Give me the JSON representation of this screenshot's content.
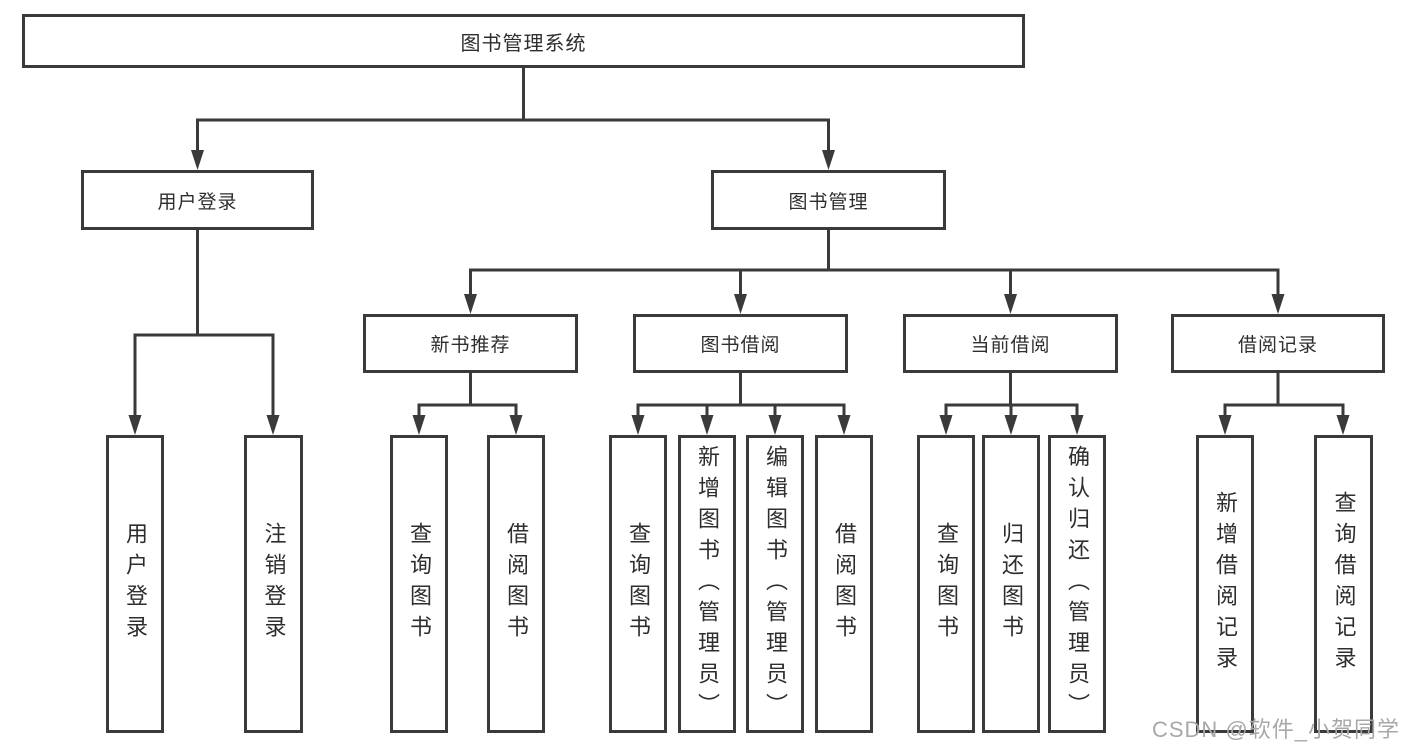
{
  "diagram": {
    "root": "图书管理系统",
    "level2": {
      "user_login": "用户登录",
      "book_mgmt": "图书管理"
    },
    "level3": [
      "新书推荐",
      "图书借阅",
      "当前借阅",
      "借阅记录"
    ],
    "leaves": {
      "user": [
        "用户登录",
        "注销登录"
      ],
      "recommend": [
        "查询图书",
        "借阅图书"
      ],
      "borrow": [
        "查询图书",
        "新增图书（管理员）",
        "编辑图书（管理员）",
        "借阅图书"
      ],
      "current": [
        "查询图书",
        "归还图书",
        "确认归还（管理员）"
      ],
      "records": [
        "新增借阅记录",
        "查询借阅记录"
      ]
    }
  },
  "watermark": "CSDN @软件_小贺同学",
  "colors": {
    "line": "#3a3a3a",
    "text": "#2e2e2e",
    "watermark": "#a8a8a8",
    "background": "#ffffff"
  }
}
